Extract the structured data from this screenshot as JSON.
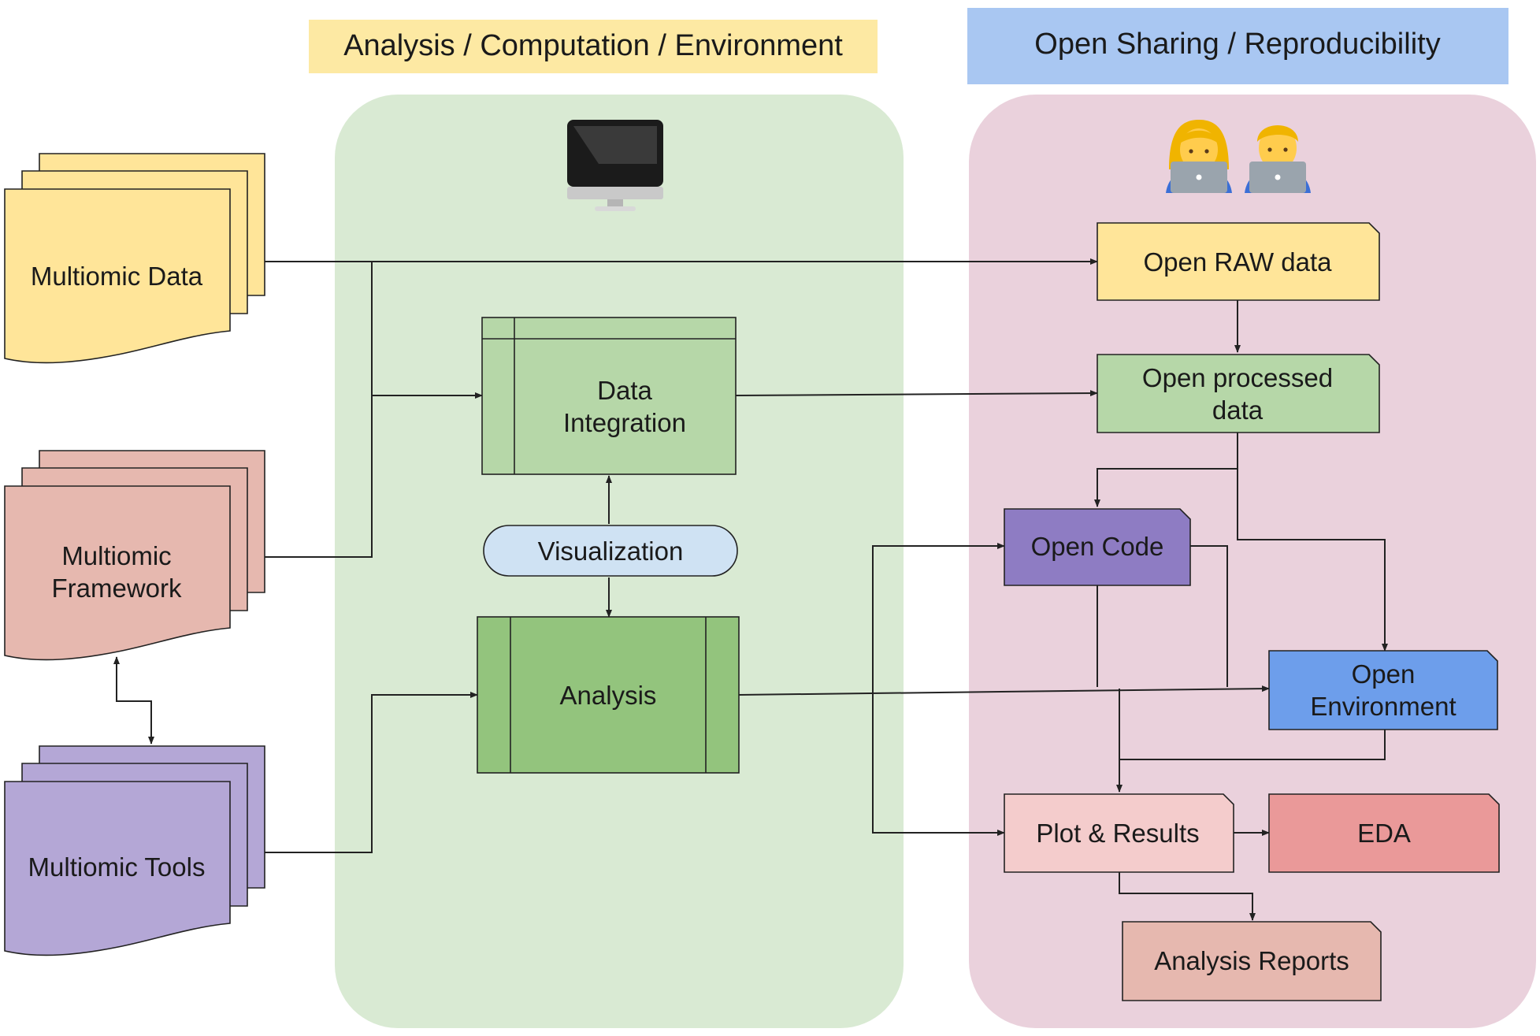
{
  "headers": {
    "analysis": "Analysis / Computation / Environment",
    "sharing": "Open Sharing / Reproducibility"
  },
  "icons": {
    "computer": "desktop-computer-icon",
    "people": [
      "woman-technologist-icon",
      "man-technologist-icon"
    ]
  },
  "inputs": {
    "data": "Multiomic Data",
    "framework": [
      "Multiomic",
      "Framework"
    ],
    "tools": "Multiomic Tools"
  },
  "center": {
    "integration": [
      "Data",
      "Integration"
    ],
    "visualization": "Visualization",
    "analysis": "Analysis"
  },
  "open": {
    "raw": "Open RAW data",
    "processed": [
      "Open processed",
      "data"
    ],
    "code": "Open Code",
    "environment": [
      "Open",
      "Environment"
    ],
    "plot": "Plot & Results",
    "eda": "EDA",
    "reports": "Analysis Reports"
  },
  "colors": {
    "yellow": "#fde9a3",
    "blue_header": "#a9c7f2",
    "green_panel": "#d9ead3",
    "pink_panel": "#ead1dc",
    "data_yellow": "#ffe599",
    "framework_red": "#e6b8af",
    "tools_purple": "#b4a7d6",
    "integration_green": "#b6d7a8",
    "analysis_green": "#93c47d",
    "viz_blue": "#cfe2f3",
    "code_purple": "#8e7cc3",
    "env_blue": "#6d9eeb",
    "plot_pink": "#f4cccc",
    "eda_red": "#ea9999",
    "reports_salmon": "#e6b8af"
  }
}
